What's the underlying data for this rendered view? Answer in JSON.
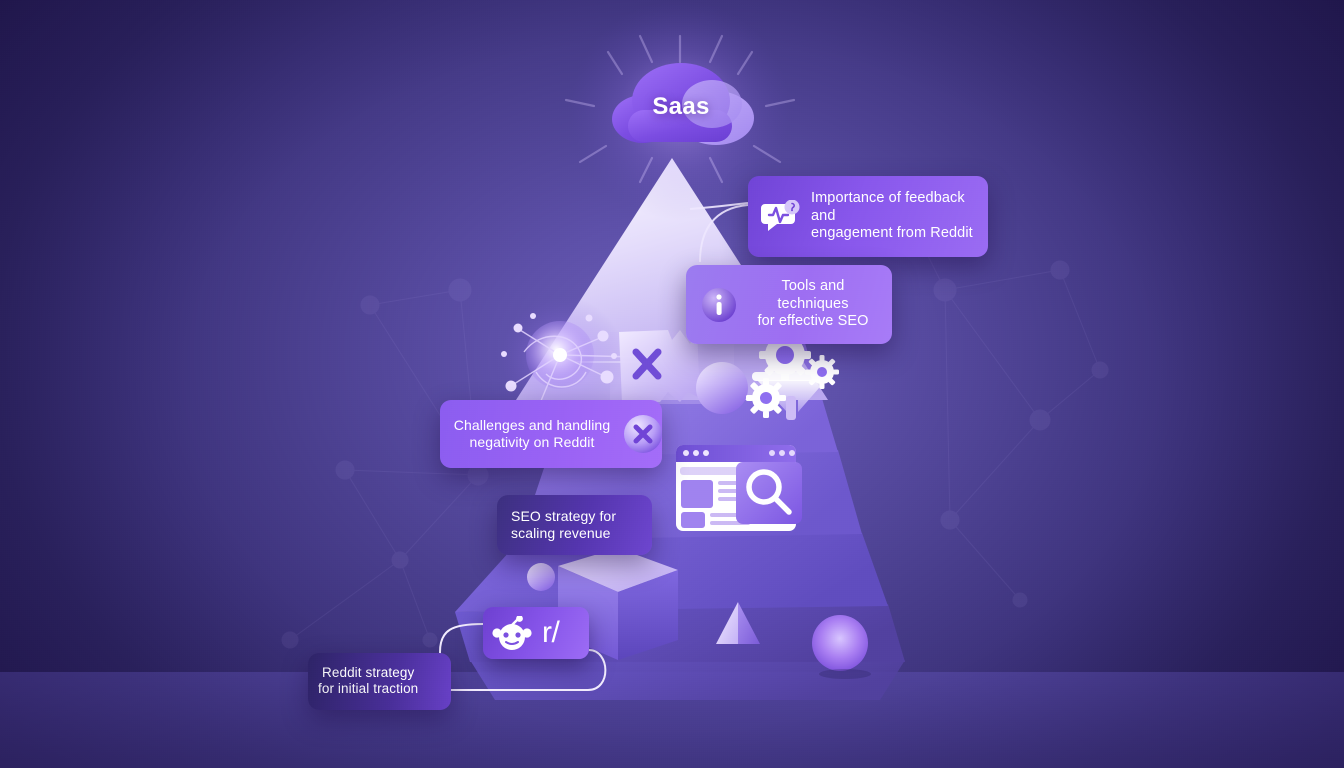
{
  "meta": {
    "title": "SaaS Reddit & SEO growth infographic",
    "theme": "purple-gradient-3d-isometric"
  },
  "colors": {
    "background_dark": "#241a52",
    "background_mid": "#4a3f8f",
    "background_light": "#6d5fb8",
    "accent_violet": "#8b5cf6",
    "accent_light": "#b79cf7",
    "label_purple": "#9b62f5",
    "label_dark": "#3b2f7e",
    "white": "#ffffff"
  },
  "cloud": {
    "label": "Saas",
    "icon": "cloud-icon"
  },
  "labels": [
    {
      "id": "feedback",
      "text": "Importance of feedback and\nengagement from Reddit",
      "icon": "chat-pulse-icon",
      "icon_position": "left"
    },
    {
      "id": "tools",
      "text": "Tools and techniques\nfor effective SEO",
      "icon": "info-circle-icon",
      "icon_position": "left"
    },
    {
      "id": "challenges",
      "text": "Challenges and handling\nnegativity on Reddit",
      "icon": "close-circle-icon",
      "icon_position": "right"
    },
    {
      "id": "seo",
      "text": "SEO strategy for\nscaling revenue",
      "icon": "none",
      "icon_position": "none"
    },
    {
      "id": "reddit",
      "text": "Reddit strategy\nfor initial traction",
      "icon": "none",
      "icon_position": "none"
    }
  ],
  "reddit_badge": {
    "icon": "reddit-snoo-icon",
    "label": "r/"
  },
  "decorations": [
    {
      "name": "pyramid-large",
      "note": "central light lavender triangle"
    },
    {
      "name": "network-orb-icon",
      "note": "glowing node cluster, left-mid"
    },
    {
      "name": "torn-paper-x-icon",
      "note": "ripped page with X mark"
    },
    {
      "name": "gears-funnel-icon",
      "note": "gears over funnel"
    },
    {
      "name": "browser-search-icon",
      "note": "browser window with magnifier"
    },
    {
      "name": "cube-3d",
      "note": "isometric cube bottom-left"
    },
    {
      "name": "sphere-large",
      "note": "glowing sphere bottom-right"
    },
    {
      "name": "sphere-small",
      "note": "small sphere left of cube"
    },
    {
      "name": "sphere-mid",
      "note": "sphere right of torn paper"
    },
    {
      "name": "pyramid-small",
      "note": "small triangle bottom-center"
    },
    {
      "name": "constellation-network",
      "note": "faint background node graph"
    }
  ]
}
